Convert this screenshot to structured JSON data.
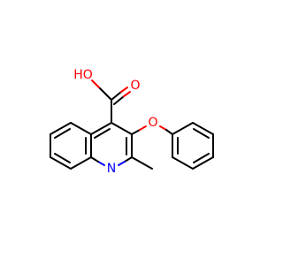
{
  "molecule": {
    "atoms": {
      "hydroxyl": {
        "label": "HO",
        "color": "#ff0000"
      },
      "carbonyl_oxygen": {
        "label": "O",
        "color": "#ff0000"
      },
      "ether_oxygen": {
        "label": "O",
        "color": "#ff0000"
      },
      "ring_nitrogen": {
        "label": "N",
        "color": "#0000ff"
      }
    },
    "bond_color": "#000000"
  }
}
